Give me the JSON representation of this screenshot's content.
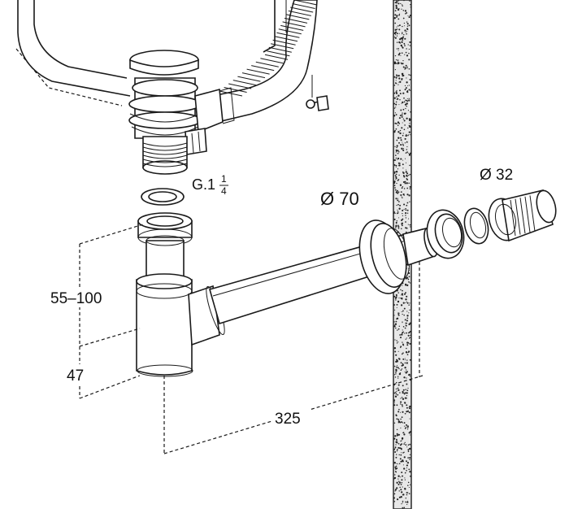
{
  "diagram": {
    "labels": {
      "thread_size_prefix": "G.1",
      "thread_frac_num": "1",
      "thread_frac_den": "4",
      "wall_diameter": "Ø 70",
      "pipe_diameter": "Ø 32",
      "height_range": "55–100",
      "trap_depth": "47",
      "outlet_length": "325"
    },
    "colors": {
      "line": "#1a1a1a",
      "wall_fill": "#e7e7e7",
      "background": "#ffffff"
    }
  }
}
